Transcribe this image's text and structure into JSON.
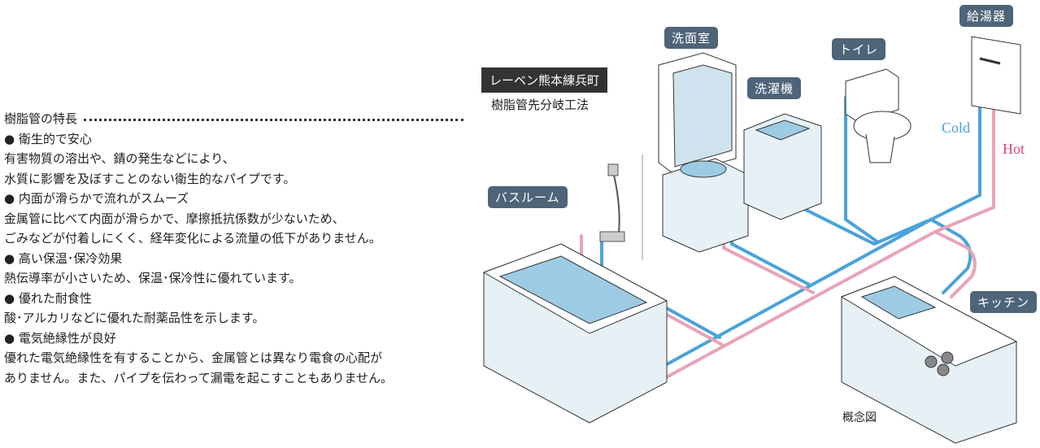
{
  "features": {
    "heading": "樹脂管の特長",
    "items": [
      {
        "title": "● 衛生的で安心",
        "lines": [
          "有害物質の溶出や、錆の発生などにより、",
          "水質に影響を及ぼすことのない衛生的なパイプです。"
        ]
      },
      {
        "title": "● 内面が滑らかで流れがスムーズ",
        "lines": [
          "金属管に比べて内面が滑らかで、摩擦抵抗係数が少ないため、",
          "ごみなどが付着しにくく、経年変化による流量の低下がありません。"
        ]
      },
      {
        "title": "● 高い保温･保冷効果",
        "lines": [
          "熱伝導率が小さいため、保温･保冷性に優れています。"
        ]
      },
      {
        "title": "● 優れた耐食性",
        "lines": [
          "酸･アルカリなどに優れた耐薬品性を示します。"
        ]
      },
      {
        "title": "● 電気絶縁性が良好",
        "lines": [
          "優れた電気絶縁性を有することから、金属管とは異なり電食の心配が",
          "ありません。また、パイプを伝わって漏電を起こすこともありません。"
        ]
      }
    ]
  },
  "diagram": {
    "title": "レーベン熊本練兵町",
    "subtitle": "樹脂管先分岐工法",
    "labels": {
      "washroom": "洗面室",
      "toilet": "トイレ",
      "water_heater": "給湯器",
      "washer": "洗濯機",
      "bathroom": "バスルーム",
      "kitchen": "キッチン"
    },
    "cold": "Cold",
    "hot": "Hot",
    "caption": "概念図",
    "colors": {
      "cold": "#4aa3d8",
      "hot": "#d6457a",
      "tag": "#4e6478"
    }
  }
}
